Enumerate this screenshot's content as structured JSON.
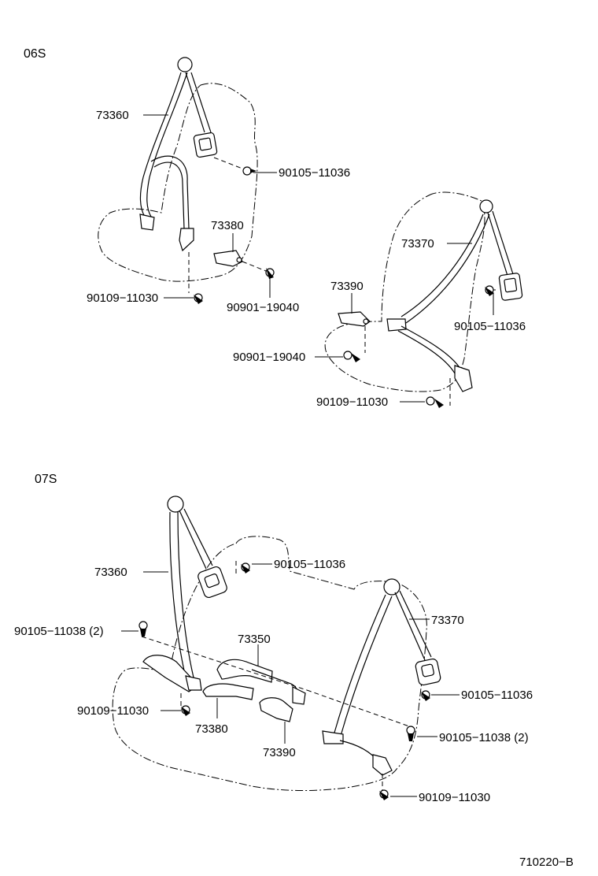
{
  "sections": {
    "top": "06S",
    "bottom": "07S"
  },
  "labels": {
    "t_73360": "73360",
    "t_90105_a": "90105−11036",
    "t_73380": "73380",
    "t_90901_a": "90901−19040",
    "t_90109_a": "90109−11030",
    "t_73370": "73370",
    "t_73390": "73390",
    "t_90105_b": "90105−11036",
    "t_90901_b": "90901−19040",
    "t_90109_b": "90109−11030",
    "b_90105_a": "90105−11036",
    "b_73360": "73360",
    "b_73370": "73370",
    "b_90105_11038_a": "90105−11038 (2)",
    "b_73350": "73350",
    "b_90105_c": "90105−11036",
    "b_90109_a": "90109−11030",
    "b_73380": "73380",
    "b_73390": "73390",
    "b_90105_11038_b": "90105−11038 (2)",
    "b_90109_b": "90109−11030"
  },
  "footer": {
    "code": "710220−B"
  }
}
